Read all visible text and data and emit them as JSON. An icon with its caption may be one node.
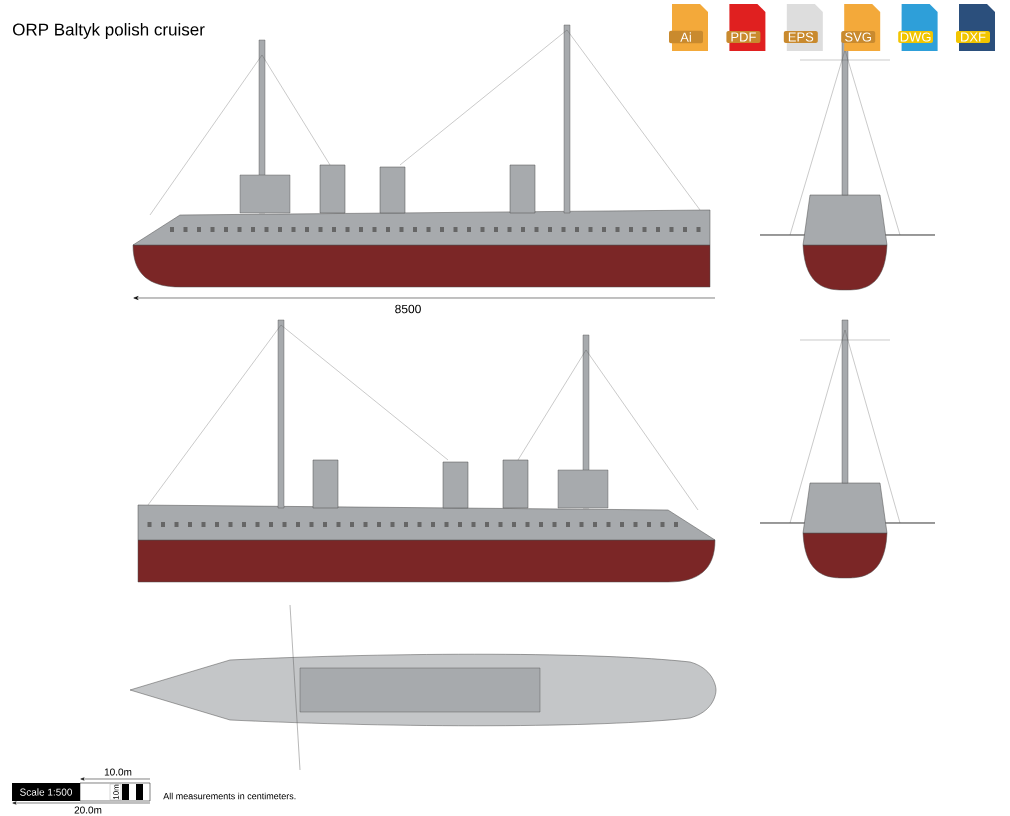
{
  "diagram": {
    "title": "ORP Baltyk polish cruiser",
    "labels": [
      "Ai",
      "PDF",
      "EPS",
      "SVG",
      "DWG",
      "DXF",
      "8500",
      "10.0m",
      "Scale 1:500",
      "10m",
      "20.0m",
      "All measurements in centimeters."
    ]
  }
}
